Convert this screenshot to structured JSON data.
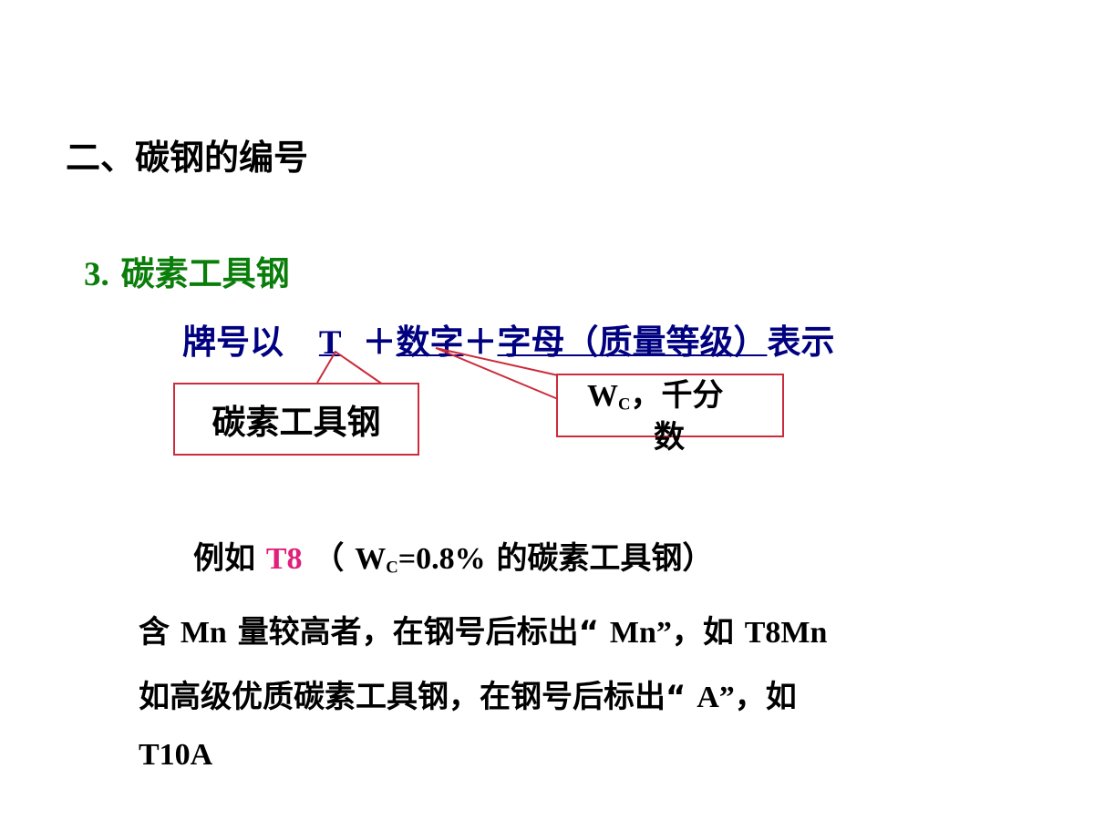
{
  "title": "二、碳钢的编号",
  "subtitle": {
    "number": "3.",
    "text": "碳素工具钢"
  },
  "formula": {
    "prefix": "牌号以",
    "t": "T",
    "plus1": "＋",
    "digits": "数字",
    "plus2": "＋",
    "letters": "字母（质量等级）",
    "suffix": "表示"
  },
  "callout_left": {
    "text": "碳素工具钢"
  },
  "callout_right": {
    "w": "W",
    "sub": "C",
    "rest": "，千分",
    "line2": "数"
  },
  "example": {
    "lead": "例如",
    "t8": "T8",
    "open": "（",
    "w": "W",
    "sub": "C",
    "eq": "=0.8%",
    "tail": "的碳素工具钢）"
  },
  "lines": {
    "mn_1": "含",
    "mn_2": "Mn",
    "mn_3": "量较高者，在钢号后标出“",
    "mn_4": "Mn”",
    "mn_5": "，如",
    "mn_6": "T8Mn",
    "a_1": "如高级优质碳素工具钢，在钢号后标出“",
    "a_2": "A”",
    "a_3": "，如",
    "a_4": "T10A"
  },
  "colors": {
    "green": "#0a7d0a",
    "navy": "#000080",
    "red": "#cc2b3b",
    "pink": "#e0207a"
  }
}
